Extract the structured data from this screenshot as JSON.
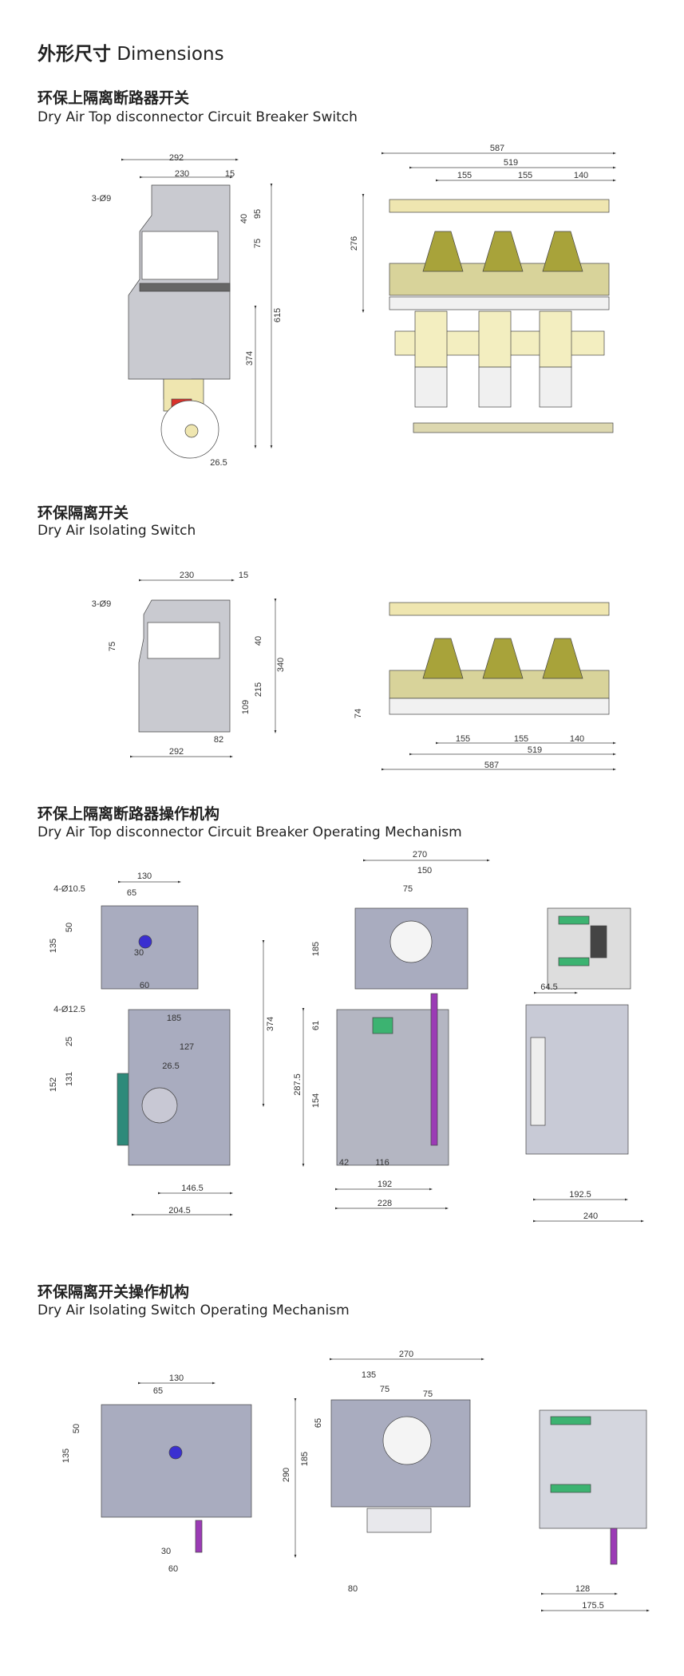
{
  "title": {
    "zh": "外形尺寸",
    "en": "Dimensions"
  },
  "s1": {
    "zh": "环保上隔离断路器开关",
    "en": "Dry Air Top disconnector Circuit Breaker Switch",
    "side": [
      "292",
      "230",
      "15",
      "3-Ø9",
      "95",
      "40",
      "75",
      "615",
      "374",
      "26.5"
    ],
    "front": [
      "587",
      "519",
      "155",
      "155",
      "140",
      "276"
    ]
  },
  "s2": {
    "zh": "环保隔离开关",
    "en": "Dry Air Isolating Switch",
    "side": [
      "230",
      "15",
      "3-Ø9",
      "75",
      "40",
      "340",
      "215",
      "109",
      "82",
      "292"
    ],
    "front": [
      "74",
      "155",
      "155",
      "140",
      "519",
      "587"
    ]
  },
  "s3": {
    "zh": "环保上隔离断路器操作机构",
    "en": "Dry Air Top disconnector Circuit Breaker Operating Mechanism",
    "left": [
      "130",
      "4-Ø10.5",
      "65",
      "50",
      "135",
      "30",
      "60",
      "4-Ø12.5",
      "185",
      "127",
      "25",
      "26.5",
      "152",
      "131",
      "374",
      "146.5",
      "204.5"
    ],
    "middle": [
      "270",
      "150",
      "75",
      "185",
      "61",
      "287.5",
      "154",
      "42",
      "116",
      "192",
      "228"
    ],
    "right": [
      "64.5",
      "192.5",
      "240"
    ]
  },
  "s4": {
    "zh": "环保隔离开关操作机构",
    "en": "Dry Air Isolating Switch Operating Mechanism",
    "left": [
      "130",
      "65",
      "50",
      "135",
      "30",
      "60"
    ],
    "middle": [
      "270",
      "135",
      "75",
      "75",
      "65",
      "185",
      "290",
      "80"
    ],
    "right": [
      "128",
      "175.5"
    ]
  },
  "colors": {
    "plate": "#a9acbf",
    "insulator": "#e8e0a8",
    "olive": "#a8a33a",
    "green": "#2e9c6e",
    "purple": "#9b3bb5",
    "red": "#d9322b"
  }
}
